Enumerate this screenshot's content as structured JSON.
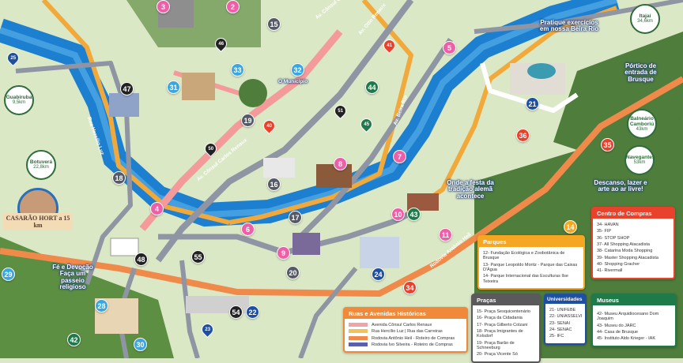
{
  "markers": [
    {
      "n": "3",
      "c": "#ee5fa8"
    },
    {
      "n": "2",
      "c": "#ee5fa8"
    },
    {
      "n": "15",
      "c": "#555a66"
    },
    {
      "n": "33",
      "c": "#3aa8e0"
    },
    {
      "n": "32",
      "c": "#3aa8e0"
    },
    {
      "n": "31",
      "c": "#3aa8e0"
    },
    {
      "n": "47",
      "c": "#222"
    },
    {
      "n": "5",
      "c": "#ee5fa8"
    },
    {
      "n": "44",
      "c": "#1f7a4a"
    },
    {
      "n": "19",
      "c": "#555a66"
    },
    {
      "n": "7",
      "c": "#ee5fa8"
    },
    {
      "n": "8",
      "c": "#ee5fa8"
    },
    {
      "n": "16",
      "c": "#555a66"
    },
    {
      "n": "18",
      "c": "#555a66"
    },
    {
      "n": "4",
      "c": "#ee5fa8"
    },
    {
      "n": "17",
      "c": "#555a66"
    },
    {
      "n": "6",
      "c": "#ee5fa8"
    },
    {
      "n": "10",
      "c": "#ee5fa8"
    },
    {
      "n": "43",
      "c": "#1f7a4a"
    },
    {
      "n": "11",
      "c": "#ee5fa8"
    },
    {
      "n": "36",
      "c": "#e8412c"
    },
    {
      "n": "35",
      "c": "#e8412c"
    },
    {
      "n": "21",
      "c": "#1f4fa0"
    },
    {
      "n": "14",
      "c": "#f5a623"
    },
    {
      "n": "9",
      "c": "#ee5fa8"
    },
    {
      "n": "48",
      "c": "#222"
    },
    {
      "n": "55",
      "c": "#222"
    },
    {
      "n": "20",
      "c": "#555a66"
    },
    {
      "n": "24",
      "c": "#1f4fa0"
    },
    {
      "n": "34",
      "c": "#e8412c"
    },
    {
      "n": "29",
      "c": "#3aa8e0"
    },
    {
      "n": "28",
      "c": "#3aa8e0"
    },
    {
      "n": "54",
      "c": "#222"
    },
    {
      "n": "22",
      "c": "#1f4fa0"
    },
    {
      "n": "30",
      "c": "#3aa8e0"
    },
    {
      "n": "42",
      "c": "#1f7a4a"
    }
  ],
  "pins": [
    {
      "n": "46",
      "c": "#222"
    },
    {
      "n": "25",
      "c": "#1f4fa0"
    },
    {
      "n": "41",
      "c": "#e8412c"
    },
    {
      "n": "51",
      "c": "#222"
    },
    {
      "n": "40",
      "c": "#e8412c"
    },
    {
      "n": "45",
      "c": "#1f7a4a"
    },
    {
      "n": "50",
      "c": "#222"
    },
    {
      "n": "23",
      "c": "#1f4fa0"
    }
  ],
  "labels": {
    "beira_rio": "Pratique exercícios em nossa Beira Rio",
    "portico": "Pórtico de entrada de Brusque",
    "festa": "Onde a festa da tradição alemã acontece",
    "descanso": "Descanso, lazer e arte ao ar livre!",
    "fe": "Fé e Devoção Faça um passeio religioso",
    "municipio": "O Município",
    "casarao": "CASARÃO HORT a 15 km"
  },
  "cities": [
    {
      "name": "Itajaí",
      "dist": "34,6km"
    },
    {
      "name": "Balneário Camboriú",
      "dist": "43km"
    },
    {
      "name": "Navegantes",
      "dist": "53km"
    },
    {
      "name": "Guabiruba",
      "dist": "9,5km"
    },
    {
      "name": "Botuverá",
      "dist": "22,8km"
    }
  ],
  "streets": [
    "Av. Cônsul Carlos Renaux",
    "Av. Cônsul Carlos Renaux",
    "Av. Otto Renaux",
    "Av. Beira Rio",
    "Rodovia Antônio Heil",
    "Rua Hercílio Luz"
  ],
  "legend": {
    "centro_compras": {
      "title": "Centro de Compras",
      "items": [
        "34- HAVAN",
        "35- FIP",
        "36- STOP SHOP",
        "37- All Shopping Atacadista",
        "38- Catarina Moda Shopping",
        "39- Master Shopping Atacadista",
        "40- Shopping Gracher",
        "41- Rivermall"
      ]
    },
    "parques": {
      "title": "Parques",
      "items": [
        "12- Fundação Ecológica e Zoobotânica de Brusque",
        "13- Parque Leopoldo Moritz - Parque das Caixas D'Água",
        "14- Parque Internacional das Esculturas Ilse Teixeira"
      ]
    },
    "ruas": {
      "title": "Ruas e Avenidas Históricas",
      "items": [
        {
          "label": "Avenida Cônsul Carlos Renaux",
          "color": "#f4a3a3"
        },
        {
          "label": "Rua Hercílio Luz | Rua das Carreiras",
          "color": "#f2c25a"
        },
        {
          "label": "Rodovia Antônio Heil - Roteiro de Compras",
          "color": "#f08a4b"
        },
        {
          "label": "Rodovia Ivo Silveira - Roteiro de Compras",
          "color": "#5a5fb0"
        }
      ]
    },
    "pracas": {
      "title": "Praças",
      "items": [
        "15- Praça Sesquicentenário",
        "16- Praça da Cidadania",
        "17- Praça Gilberto Colzani",
        "18- Praça Imigrantes de Kolsdorf",
        "19- Praça Barão de Schneeburg",
        "20- Praça Vicente Só"
      ]
    },
    "universidades": {
      "title": "Universidades",
      "items": [
        "21- UNIFEBE",
        "22- UNIASSELVI",
        "23- SENAI",
        "24- SENAC",
        "25- IFC"
      ]
    },
    "museus": {
      "title": "Museus",
      "items": [
        "42- Museu Arquidiocesano Dom Joaquim",
        "43- Museu do JARC",
        "44- Casa de Brusque",
        "45- Instituto Aldo Krieger - IAK"
      ]
    }
  }
}
